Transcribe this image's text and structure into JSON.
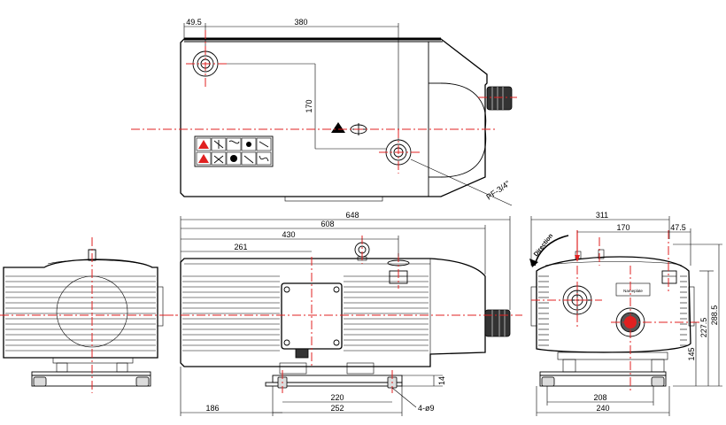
{
  "dimensions": {
    "top": {
      "d1": "49.5",
      "d2": "380",
      "d3": "170",
      "thread": "PF-3/4\""
    },
    "front": {
      "d648": "648",
      "d608": "608",
      "d430": "430",
      "d261": "261",
      "d186": "186",
      "d220": "220",
      "d252": "252",
      "d14": "14",
      "holes": "4-ø9"
    },
    "side": {
      "d311": "311",
      "d170": "170",
      "d47_5": "47.5",
      "d288_5": "288.5",
      "d227_5": "227.5",
      "d145": "145",
      "d208": "208",
      "d240": "240",
      "direction": "Direction"
    }
  },
  "warning_labels": {
    "rows": 2,
    "cols": 5
  },
  "colors": {
    "centerline": "#e02020",
    "line": "#000000",
    "fill": "#ffffff"
  }
}
